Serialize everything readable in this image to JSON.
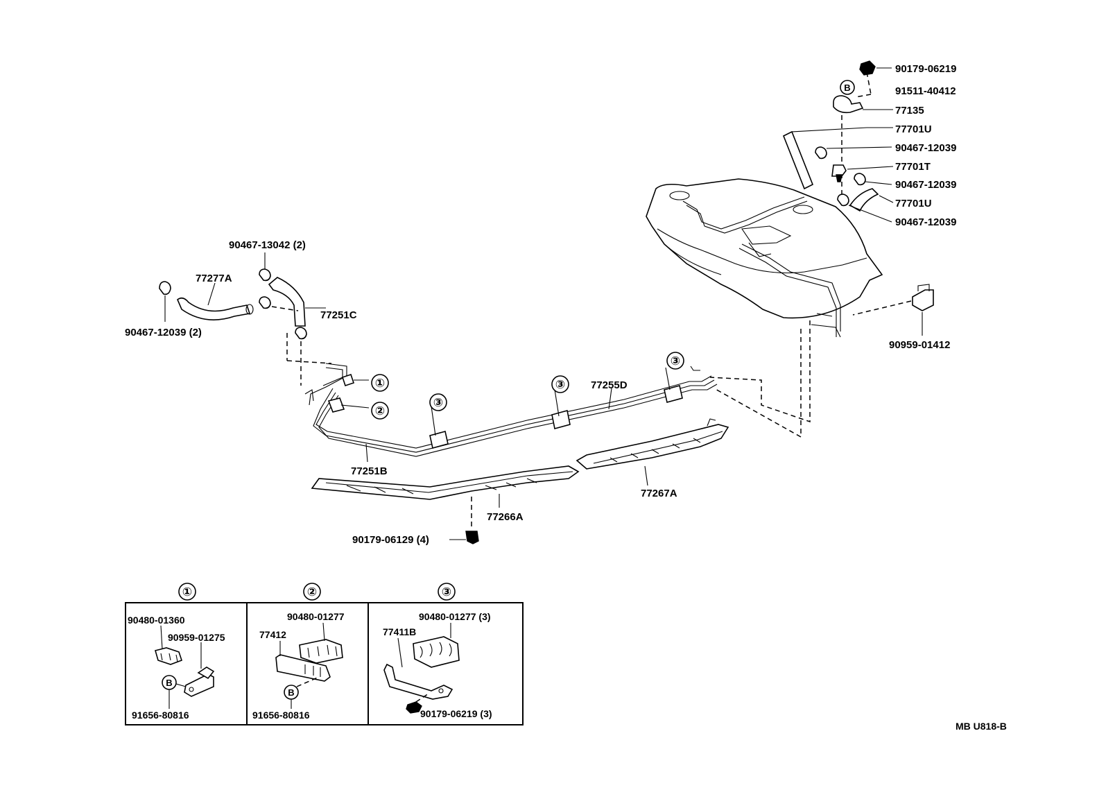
{
  "labels": {
    "p1": "90179-06219",
    "p2": "91511-40412",
    "p3": "77135",
    "p4": "77701U",
    "p5": "90467-12039",
    "p6": "77701T",
    "p7": "90467-12039",
    "p8": "77701U",
    "p9": "90467-12039",
    "p10": "90959-01412",
    "p11": "90467-13042 (2)",
    "p12": "77277A",
    "p13": "77251C",
    "p14": "90467-12039 (2)",
    "p15": "77255D",
    "p16": "77251B",
    "p17": "77267A",
    "p18": "77266A",
    "p19": "90179-06129 (4)"
  },
  "callouts": {
    "one": "①",
    "two": "②",
    "three": "③",
    "b": "B"
  },
  "detail_boxes": {
    "box1": {
      "part_a": "90480-01360",
      "part_b": "90959-01275",
      "part_c": "91656-80816"
    },
    "box2": {
      "part_a": "90480-01277",
      "part_b": "77412",
      "part_c": "91656-80816"
    },
    "box3": {
      "part_a": "90480-01277 (3)",
      "part_b": "77411B",
      "part_c": "90179-06219 (3)"
    }
  },
  "figure_code": "MB U818-B"
}
